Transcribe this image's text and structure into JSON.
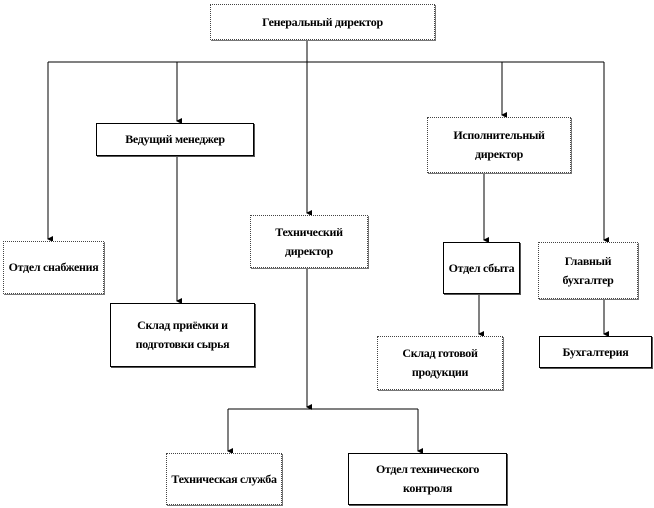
{
  "nodes": {
    "general_director": "Генеральный директор",
    "lead_manager": "Ведущий менеджер",
    "executive_director": "Исполнительный директор",
    "technical_director": "Технический директор",
    "supply_dept": "Отдел снабжения",
    "sales_dept": "Отдел сбыта",
    "chief_accountant": "Главный бухгалтер",
    "raw_warehouse": "Склад приёмки и подготовки сырья",
    "finished_warehouse": "Склад готовой продукции",
    "accounting": "Бухгалтерия",
    "technical_service": "Техническая служба",
    "quality_control": "Отдел технического контроля"
  }
}
